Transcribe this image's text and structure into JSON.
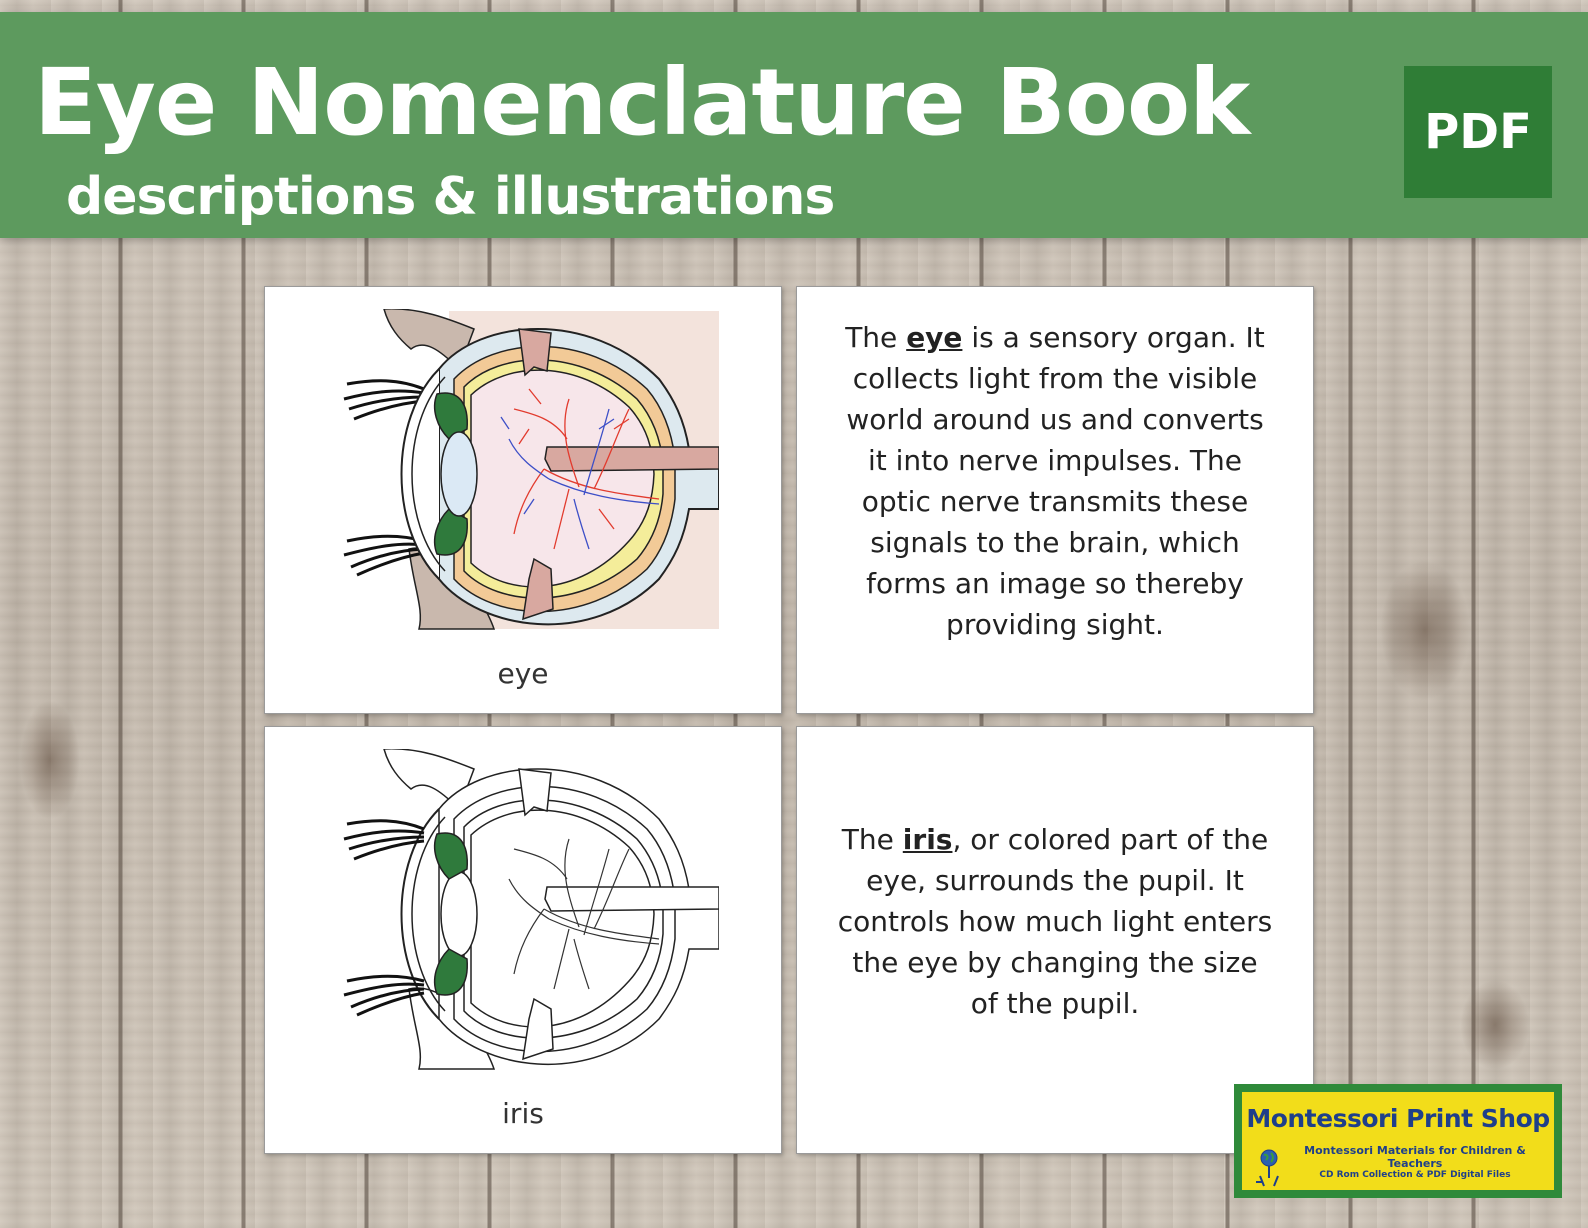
{
  "banner": {
    "title": "Eye Nomenclature Book",
    "subtitle": "descriptions & illustrations",
    "badge": "PDF",
    "color": "#5d9a5e",
    "badge_color": "#2f7d36"
  },
  "cards": {
    "eye": {
      "caption": "eye",
      "illustration": "eye-anatomy-color-icon",
      "desc_before": "The ",
      "term": "eye",
      "desc_after": " is a sensory organ. It collects light from the visible world around us and converts it into nerve impulses. The optic nerve transmits these signals to the brain, which forms an image so thereby providing sight."
    },
    "iris": {
      "caption": "iris",
      "illustration": "eye-anatomy-outline-iris-highlight-icon",
      "desc_before": "The ",
      "term": "iris",
      "desc_after": ", or colored part of the eye, surrounds the pupil. It controls how much light enters the eye by changing the size of the pupil."
    }
  },
  "logo": {
    "title": "Montessori Print Shop",
    "tagline": "Montessori Materials for Children & Teachers",
    "sub": "CD Rom Collection & PDF Digital Files",
    "icon": "globe-icon",
    "accent": "#2f8a3a",
    "fill": "#f2dd1a"
  }
}
